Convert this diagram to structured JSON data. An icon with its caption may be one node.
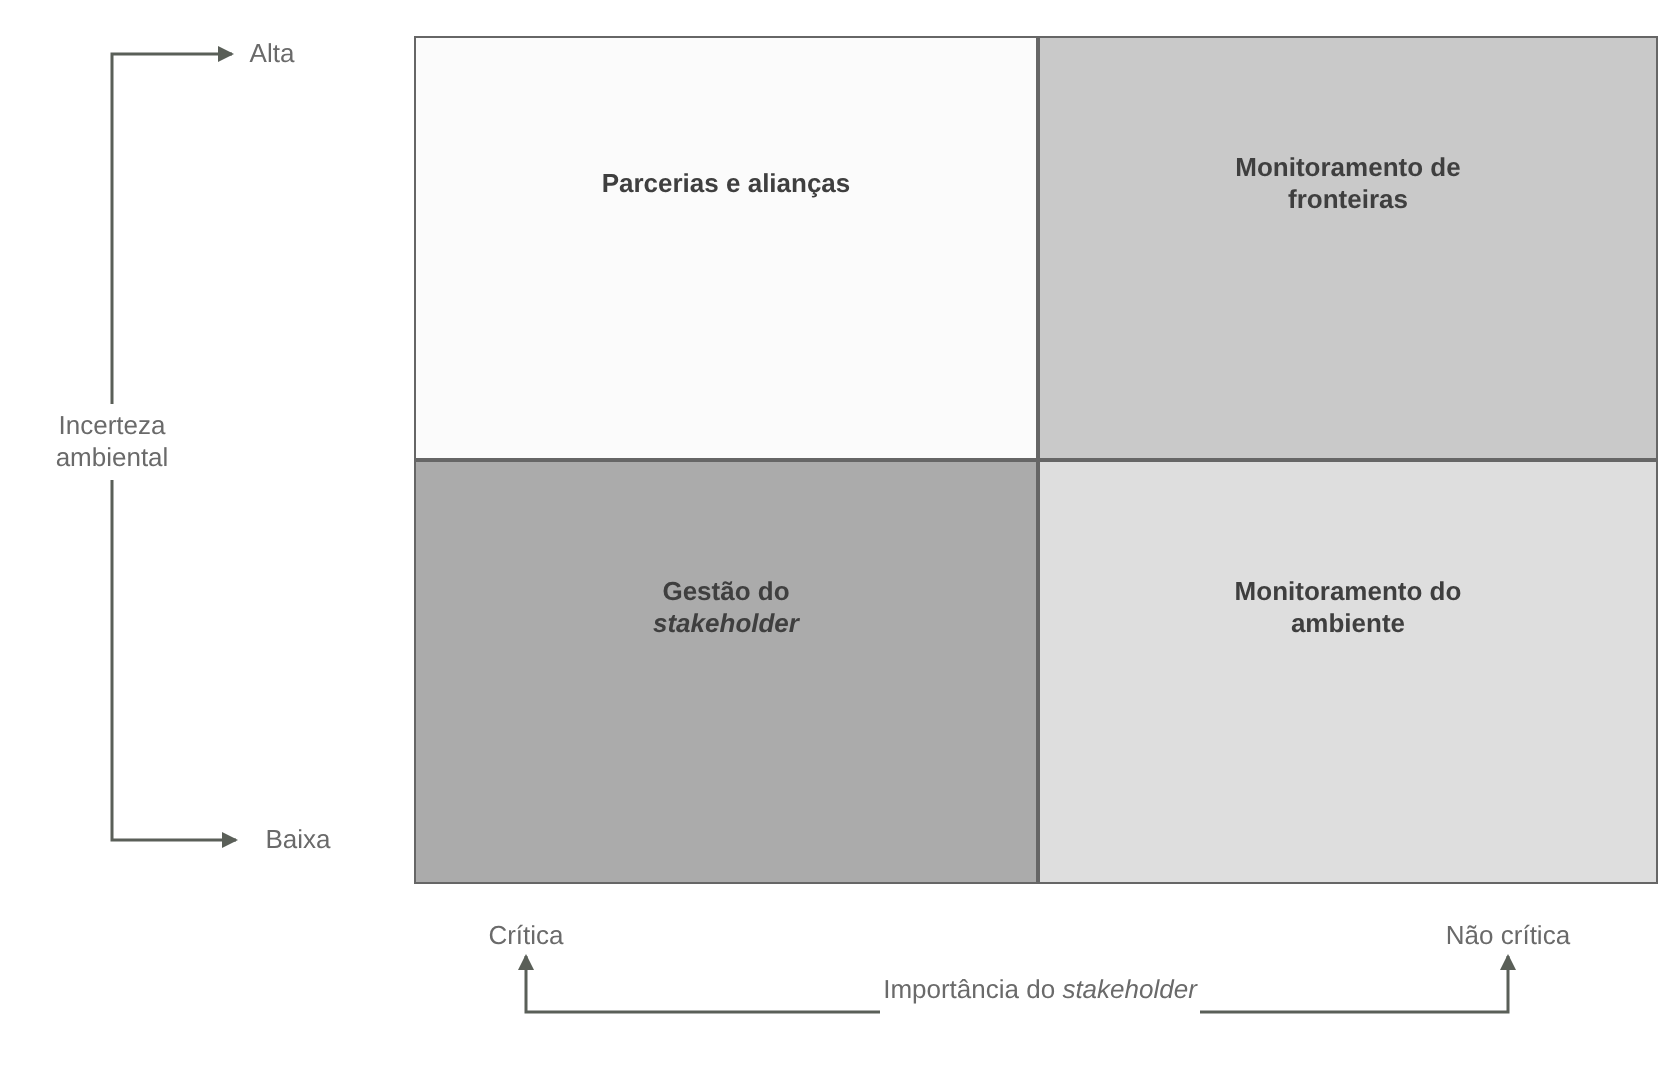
{
  "diagram": {
    "nodes": [
      {
        "text": [
          "Parcerias e alianças"
        ]
      },
      {
        "text": [
          "Monitoramento de fronteiras"
        ]
      },
      {
        "text": [
          "Gestão do *stakeholder*"
        ]
      },
      {
        "text": [
          "Monitoramento do ambiente"
        ]
      },
      {
        "text": [
          "Incerteza ambiental"
        ]
      },
      {
        "text": [
          "Alta"
        ]
      },
      {
        "text": [
          "Baixa"
        ]
      },
      {
        "text": [
          "Importância do *stakeholder*"
        ]
      },
      {
        "text": [
          "Crítica"
        ]
      },
      {
        "text": [
          "Não crítica"
        ]
      }
    ],
    "edges": [
      {
        "from": 4,
        "to": 5,
        "arrow": "to"
      },
      {
        "from": 4,
        "to": 6,
        "arrow": "to"
      },
      {
        "from": 7,
        "to": 8,
        "arrow": "to"
      },
      {
        "from": 7,
        "to": 9,
        "arrow": "to"
      }
    ]
  }
}
